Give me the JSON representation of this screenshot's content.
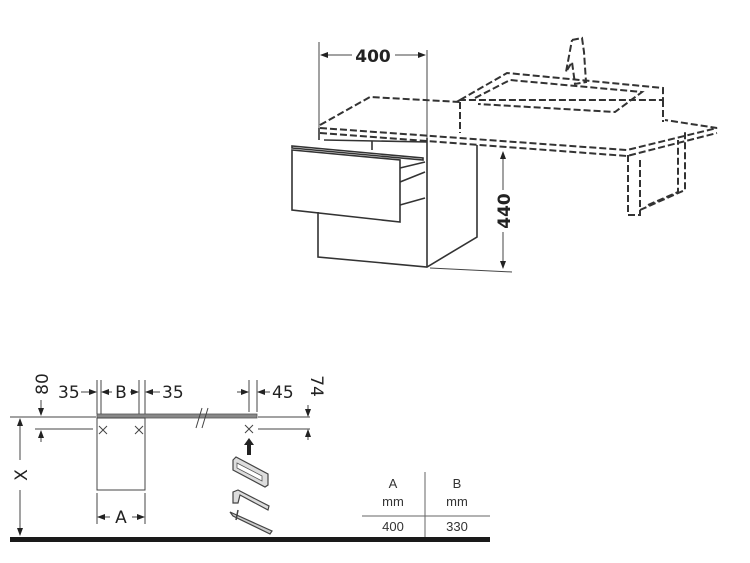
{
  "top_view": {
    "width_label": "400",
    "height_label": "440"
  },
  "installation_view": {
    "dim_80": "80",
    "dim_35_left": "35",
    "dim_B": "B",
    "dim_35_right": "35",
    "dim_45": "45",
    "dim_74": "74",
    "dim_X": "X",
    "dim_A": "A"
  },
  "table": {
    "headers": [
      {
        "name": "A",
        "unit": "mm"
      },
      {
        "name": "B",
        "unit": "mm"
      }
    ],
    "rows": [
      [
        "400",
        "330"
      ]
    ]
  }
}
